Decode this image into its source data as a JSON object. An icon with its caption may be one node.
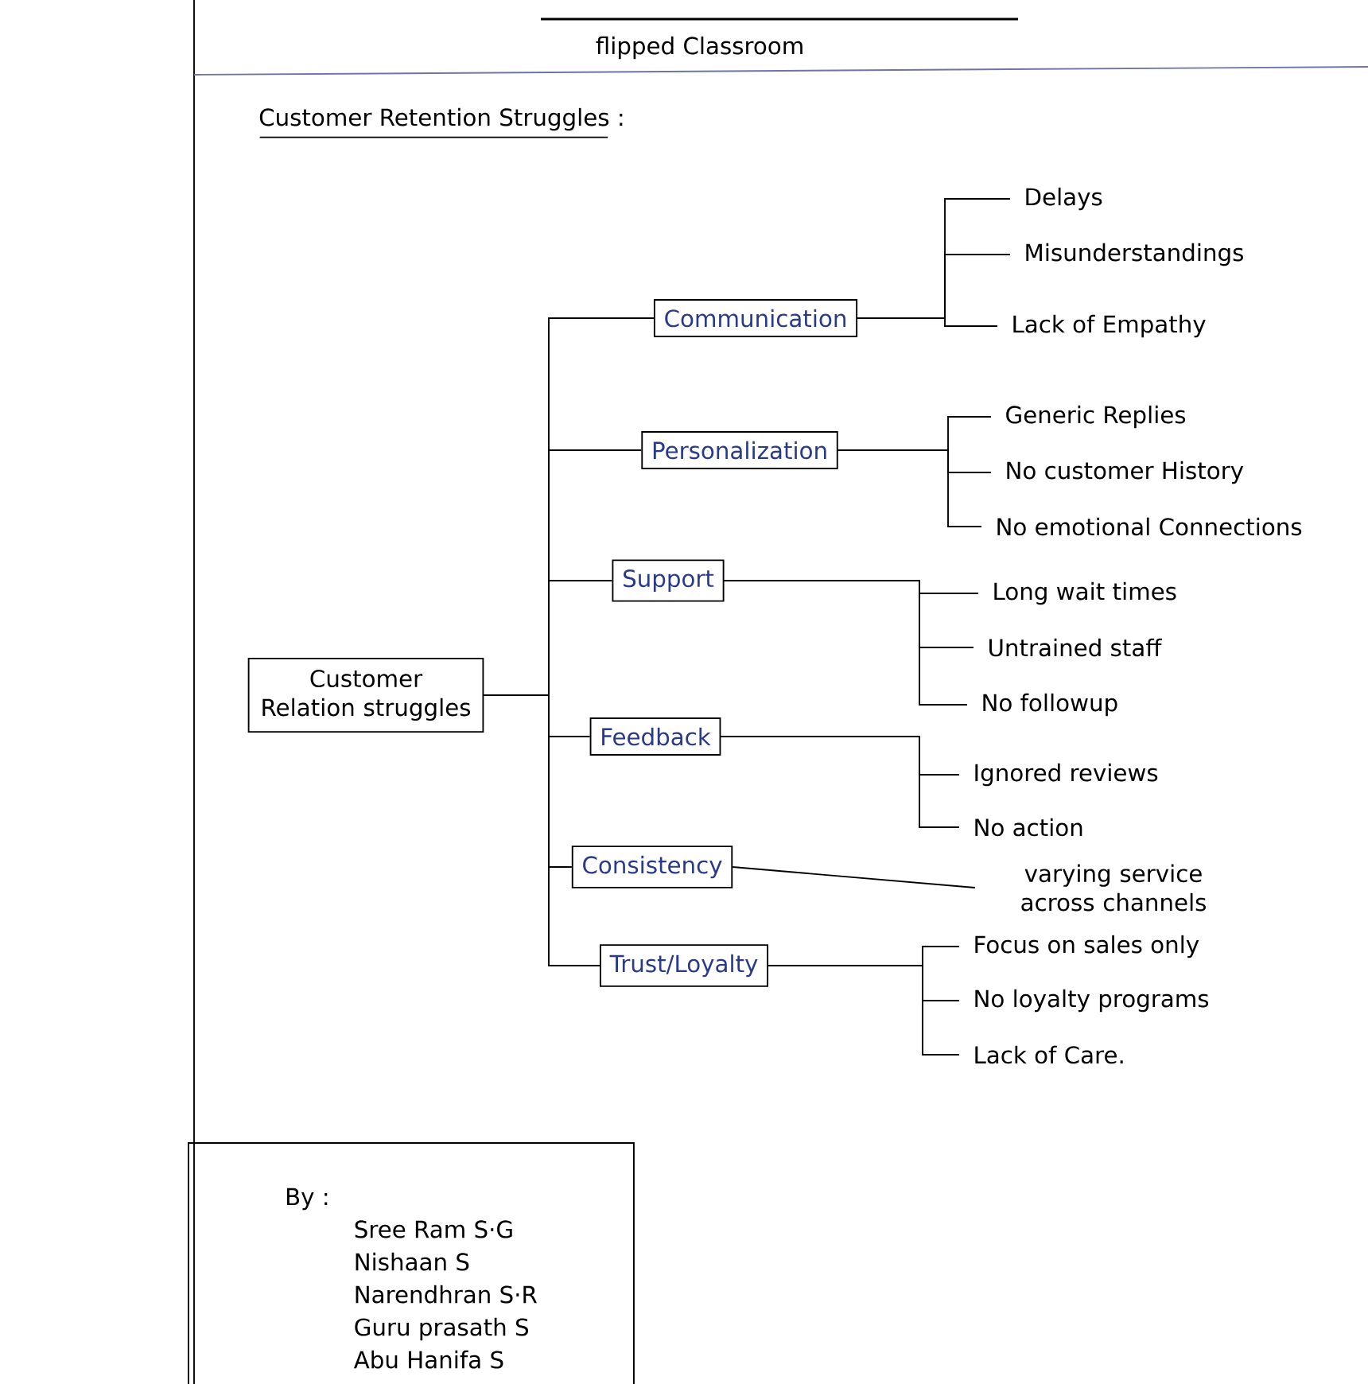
{
  "diagram": {
    "title": "flipped Classroom",
    "nodes": [
      {
        "text": [
          "Customer Relation struggles"
        ]
      },
      {
        "text": [
          "Communication"
        ]
      },
      {
        "text": [
          "Personalization"
        ]
      },
      {
        "text": [
          "Support"
        ]
      },
      {
        "text": [
          "Feedback"
        ]
      },
      {
        "text": [
          "Consistency"
        ]
      },
      {
        "text": [
          "Trust/Loyalty"
        ]
      },
      {
        "text": [
          "Delays"
        ]
      },
      {
        "text": [
          "Misunderstandings"
        ]
      },
      {
        "text": [
          "Lack of Empathy"
        ]
      },
      {
        "text": [
          "Generic Replies"
        ]
      },
      {
        "text": [
          "No customer History"
        ]
      },
      {
        "text": [
          "No emotional Connections"
        ]
      },
      {
        "text": [
          "Long wait times"
        ]
      },
      {
        "text": [
          "Untrained staff"
        ]
      },
      {
        "text": [
          "No followup"
        ]
      },
      {
        "text": [
          "Ignored reviews"
        ]
      },
      {
        "text": [
          "No action"
        ]
      },
      {
        "text": [
          "varying service across channels"
        ]
      },
      {
        "text": [
          "Focus on sales only"
        ]
      },
      {
        "text": [
          "No loyalty programs"
        ]
      },
      {
        "text": [
          "Lack of Care."
        ]
      },
      {
        "text": [
          "By :",
          "Sree Ram S·G",
          "Nishaan S",
          "Narendhran S·R",
          "Guru prasath S",
          "Abu Hanifa S"
        ]
      }
    ],
    "edges": [
      {
        "from": 0,
        "to": 1,
        "arrow": "none"
      },
      {
        "from": 0,
        "to": 2,
        "arrow": "none"
      },
      {
        "from": 0,
        "to": 3,
        "arrow": "none"
      },
      {
        "from": 0,
        "to": 4,
        "arrow": "none"
      },
      {
        "from": 0,
        "to": 5,
        "arrow": "none"
      },
      {
        "from": 0,
        "to": 6,
        "arrow": "none"
      },
      {
        "from": 1,
        "to": 7,
        "arrow": "none"
      },
      {
        "from": 1,
        "to": 8,
        "arrow": "none"
      },
      {
        "from": 1,
        "to": 9,
        "arrow": "none"
      },
      {
        "from": 2,
        "to": 10,
        "arrow": "none"
      },
      {
        "from": 2,
        "to": 11,
        "arrow": "none"
      },
      {
        "from": 2,
        "to": 12,
        "arrow": "none"
      },
      {
        "from": 3,
        "to": 13,
        "arrow": "none"
      },
      {
        "from": 3,
        "to": 14,
        "arrow": "none"
      },
      {
        "from": 3,
        "to": 15,
        "arrow": "none"
      },
      {
        "from": 4,
        "to": 16,
        "arrow": "none"
      },
      {
        "from": 4,
        "to": 17,
        "arrow": "none"
      },
      {
        "from": 5,
        "to": 18,
        "arrow": "none"
      },
      {
        "from": 6,
        "to": 19,
        "arrow": "none"
      },
      {
        "from": 6,
        "to": 20,
        "arrow": "none"
      },
      {
        "from": 6,
        "to": 21,
        "arrow": "none"
      }
    ],
    "labels": [
      "Customer Retention Struggles :"
    ]
  }
}
